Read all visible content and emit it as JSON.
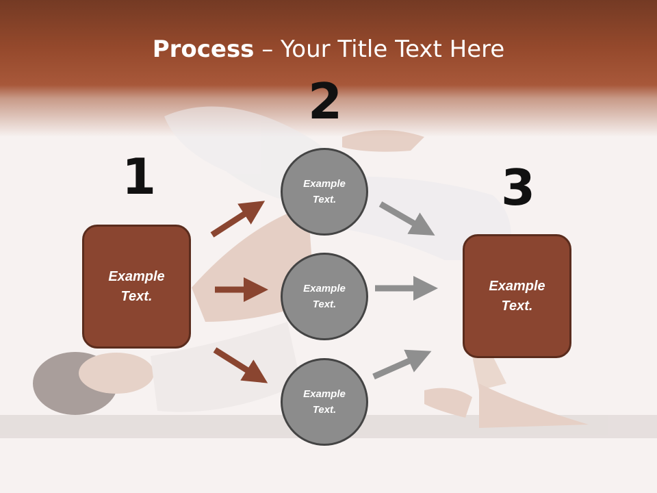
{
  "title": {
    "bold": "Process",
    "rest": " – Your Title Text Here"
  },
  "steps": [
    {
      "number": "1",
      "label_line1": "Example",
      "label_line2": "Text."
    },
    {
      "number": "2"
    },
    {
      "number": "3",
      "label_line1": "Example",
      "label_line2": "Text."
    }
  ],
  "circles": [
    {
      "line1": "Example",
      "line2": "Text."
    },
    {
      "line1": "Example",
      "line2": "Text."
    },
    {
      "line1": "Example",
      "line2": "Text."
    }
  ],
  "colors": {
    "header": "#95492c",
    "box": "#8a4530",
    "arrow_brown": "#8a4530",
    "arrow_gray": "#8f8f8f",
    "circle": "#8c8c8c"
  }
}
